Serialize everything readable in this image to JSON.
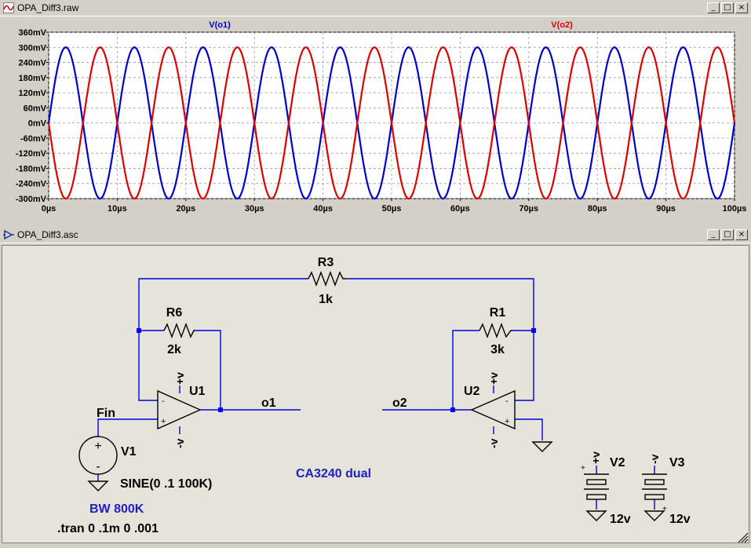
{
  "plot_window": {
    "title": "OPA_Diff3.raw",
    "controls": [
      "_",
      "□",
      "×"
    ]
  },
  "schematic_window": {
    "title": "OPA_Diff3.asc",
    "controls": [
      "_",
      "□",
      "×"
    ]
  },
  "chart_data": {
    "type": "line",
    "series": [
      {
        "name": "V(o1)",
        "color": "#0000cc",
        "amplitude_mV": 300,
        "frequency_kHz": 100,
        "phase": "sine"
      },
      {
        "name": "V(o2)",
        "color": "#dd0000",
        "amplitude_mV": 300,
        "frequency_kHz": 100,
        "phase": "inverted sine"
      }
    ],
    "x_ticks": [
      "0µs",
      "10µs",
      "20µs",
      "30µs",
      "40µs",
      "50µs",
      "60µs",
      "70µs",
      "80µs",
      "90µs",
      "100µs"
    ],
    "y_ticks": [
      "360mV",
      "300mV",
      "240mV",
      "180mV",
      "120mV",
      "60mV",
      "0mV",
      "-60mV",
      "-120mV",
      "-180mV",
      "-240mV",
      "-300mV"
    ],
    "x_range_us": [
      0,
      100
    ],
    "y_range_mV": [
      -300,
      360
    ],
    "grid": true
  },
  "schematic": {
    "r3": {
      "name": "R3",
      "value": "1k"
    },
    "r6": {
      "name": "R6",
      "value": "2k"
    },
    "r1": {
      "name": "R1",
      "value": "3k"
    },
    "u1": "U1",
    "u2": "U2",
    "net_o1": "o1",
    "net_o2": "o2",
    "net_fin": "Fin",
    "v1": {
      "name": "V1",
      "value": "SINE(0 .1 100K)",
      "note": "BW 800K"
    },
    "tran": ".tran 0 .1m 0 .001",
    "chip_note": "CA3240 dual",
    "v2": {
      "name": "V2",
      "value": "12v"
    },
    "v3": {
      "name": "V3",
      "value": "12v"
    },
    "pin_plus": "+",
    "pin_minus": "-",
    "supply_plus": "+v",
    "supply_minus": "-v",
    "colors": {
      "wire": "#0000dd",
      "component": "#000000",
      "node": "#0000ff",
      "text_blue": "#2020c0"
    }
  }
}
